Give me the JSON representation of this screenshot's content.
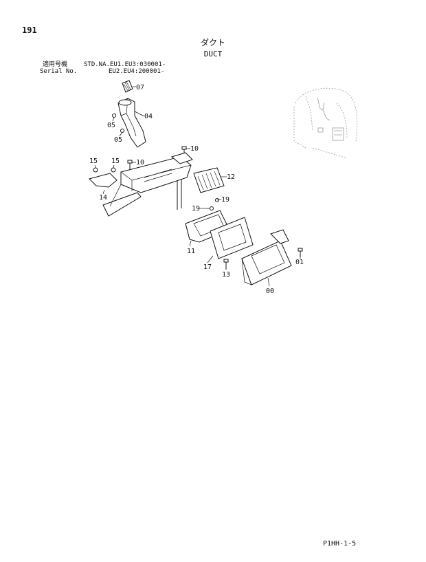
{
  "page_number": "191",
  "title_jp": "ダクト",
  "title_en": "DUCT",
  "serial": {
    "label_jp": "適用号機",
    "label_en": "Serial No.",
    "value_line1": "STD.NA.EU1.EU3:030001-",
    "value_line2": "EU2.EU4:200001-"
  },
  "callouts": [
    "07",
    "04",
    "05",
    "05",
    "10",
    "15",
    "15",
    "10",
    "12",
    "14",
    "19",
    "19",
    "11",
    "17",
    "13",
    "01",
    "00"
  ],
  "page_code": "P1HH-1-5"
}
